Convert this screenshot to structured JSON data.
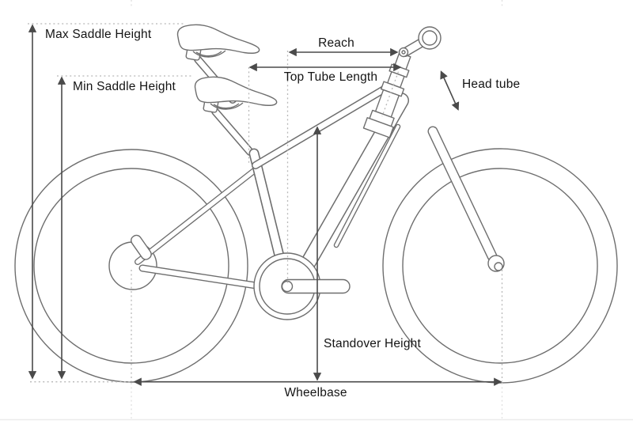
{
  "labels": {
    "max_saddle_height": "Max Saddle Height",
    "min_saddle_height": "Min Saddle Height",
    "reach": "Reach",
    "top_tube_length": "Top Tube Length",
    "head_tube": "Head tube",
    "standover_height": "Standover Height",
    "wheelbase": "Wheelbase"
  },
  "colors": {
    "background": "#ffffff",
    "bike_outline": "#6e6e6e",
    "dimension": "#4a4a4a",
    "dotted_guide": "#b8b8b8",
    "text": "#141414"
  }
}
